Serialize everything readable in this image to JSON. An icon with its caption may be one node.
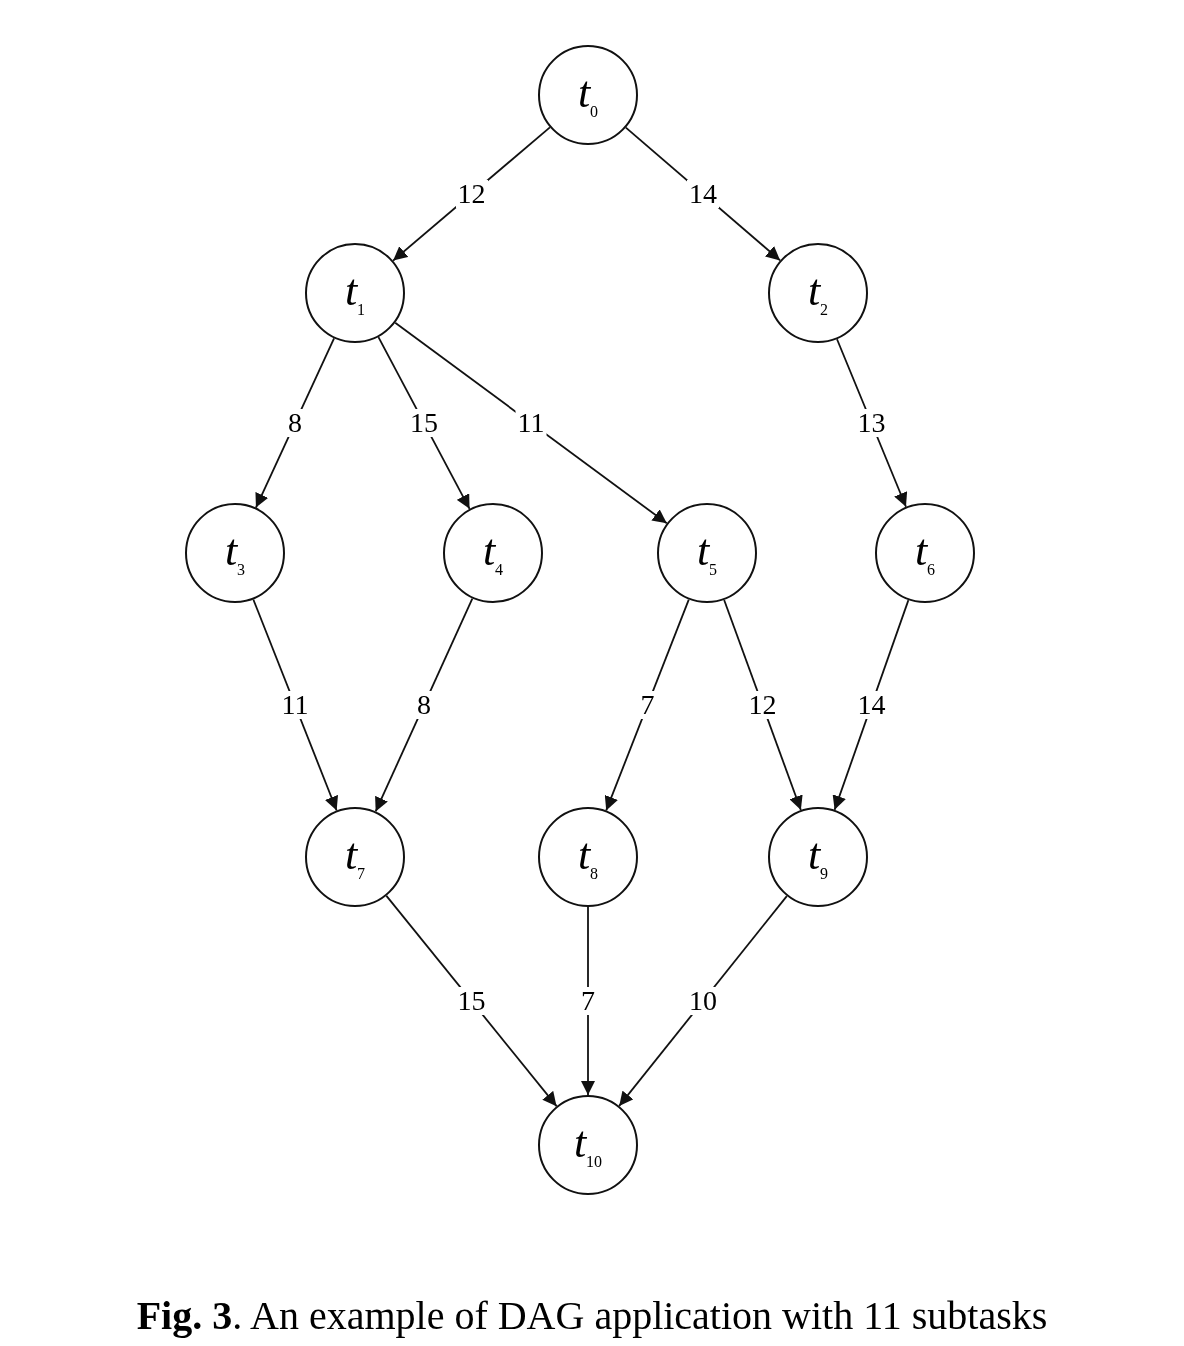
{
  "diagram": {
    "caption": "**Fig. 3**. An example of DAG application with 11 subtasks",
    "nodes": [
      {
        "text": [
          "*t*$_{0}$"
        ]
      },
      {
        "text": [
          "*t*$_{1}$"
        ]
      },
      {
        "text": [
          "*t*$_{2}$"
        ]
      },
      {
        "text": [
          "*t*$_{3}$"
        ]
      },
      {
        "text": [
          "*t*$_{4}$"
        ]
      },
      {
        "text": [
          "*t*$_{5}$"
        ]
      },
      {
        "text": [
          "*t*$_{6}$"
        ]
      },
      {
        "text": [
          "*t*$_{7}$"
        ]
      },
      {
        "text": [
          "*t*$_{8}$"
        ]
      },
      {
        "text": [
          "*t*$_{9}$"
        ]
      },
      {
        "text": [
          "*t*$_{10}$"
        ]
      }
    ],
    "edges": [
      {
        "from": 0,
        "to": 1,
        "arrow": "to",
        "label": "12"
      },
      {
        "from": 0,
        "to": 2,
        "arrow": "to",
        "label": "14"
      },
      {
        "from": 1,
        "to": 3,
        "arrow": "to",
        "label": "8"
      },
      {
        "from": 1,
        "to": 4,
        "arrow": "to",
        "label": "15"
      },
      {
        "from": 1,
        "to": 5,
        "arrow": "to",
        "label": "11"
      },
      {
        "from": 2,
        "to": 6,
        "arrow": "to",
        "label": "13"
      },
      {
        "from": 3,
        "to": 7,
        "arrow": "to",
        "label": "11"
      },
      {
        "from": 4,
        "to": 7,
        "arrow": "to",
        "label": "8"
      },
      {
        "from": 5,
        "to": 8,
        "arrow": "to",
        "label": "7"
      },
      {
        "from": 5,
        "to": 9,
        "arrow": "to",
        "label": "12"
      },
      {
        "from": 6,
        "to": 9,
        "arrow": "to",
        "label": "14"
      },
      {
        "from": 7,
        "to": 10,
        "arrow": "to",
        "label": "15"
      },
      {
        "from": 8,
        "to": 10,
        "arrow": "to",
        "label": "7"
      },
      {
        "from": 9,
        "to": 10,
        "arrow": "to",
        "label": "10"
      }
    ]
  }
}
